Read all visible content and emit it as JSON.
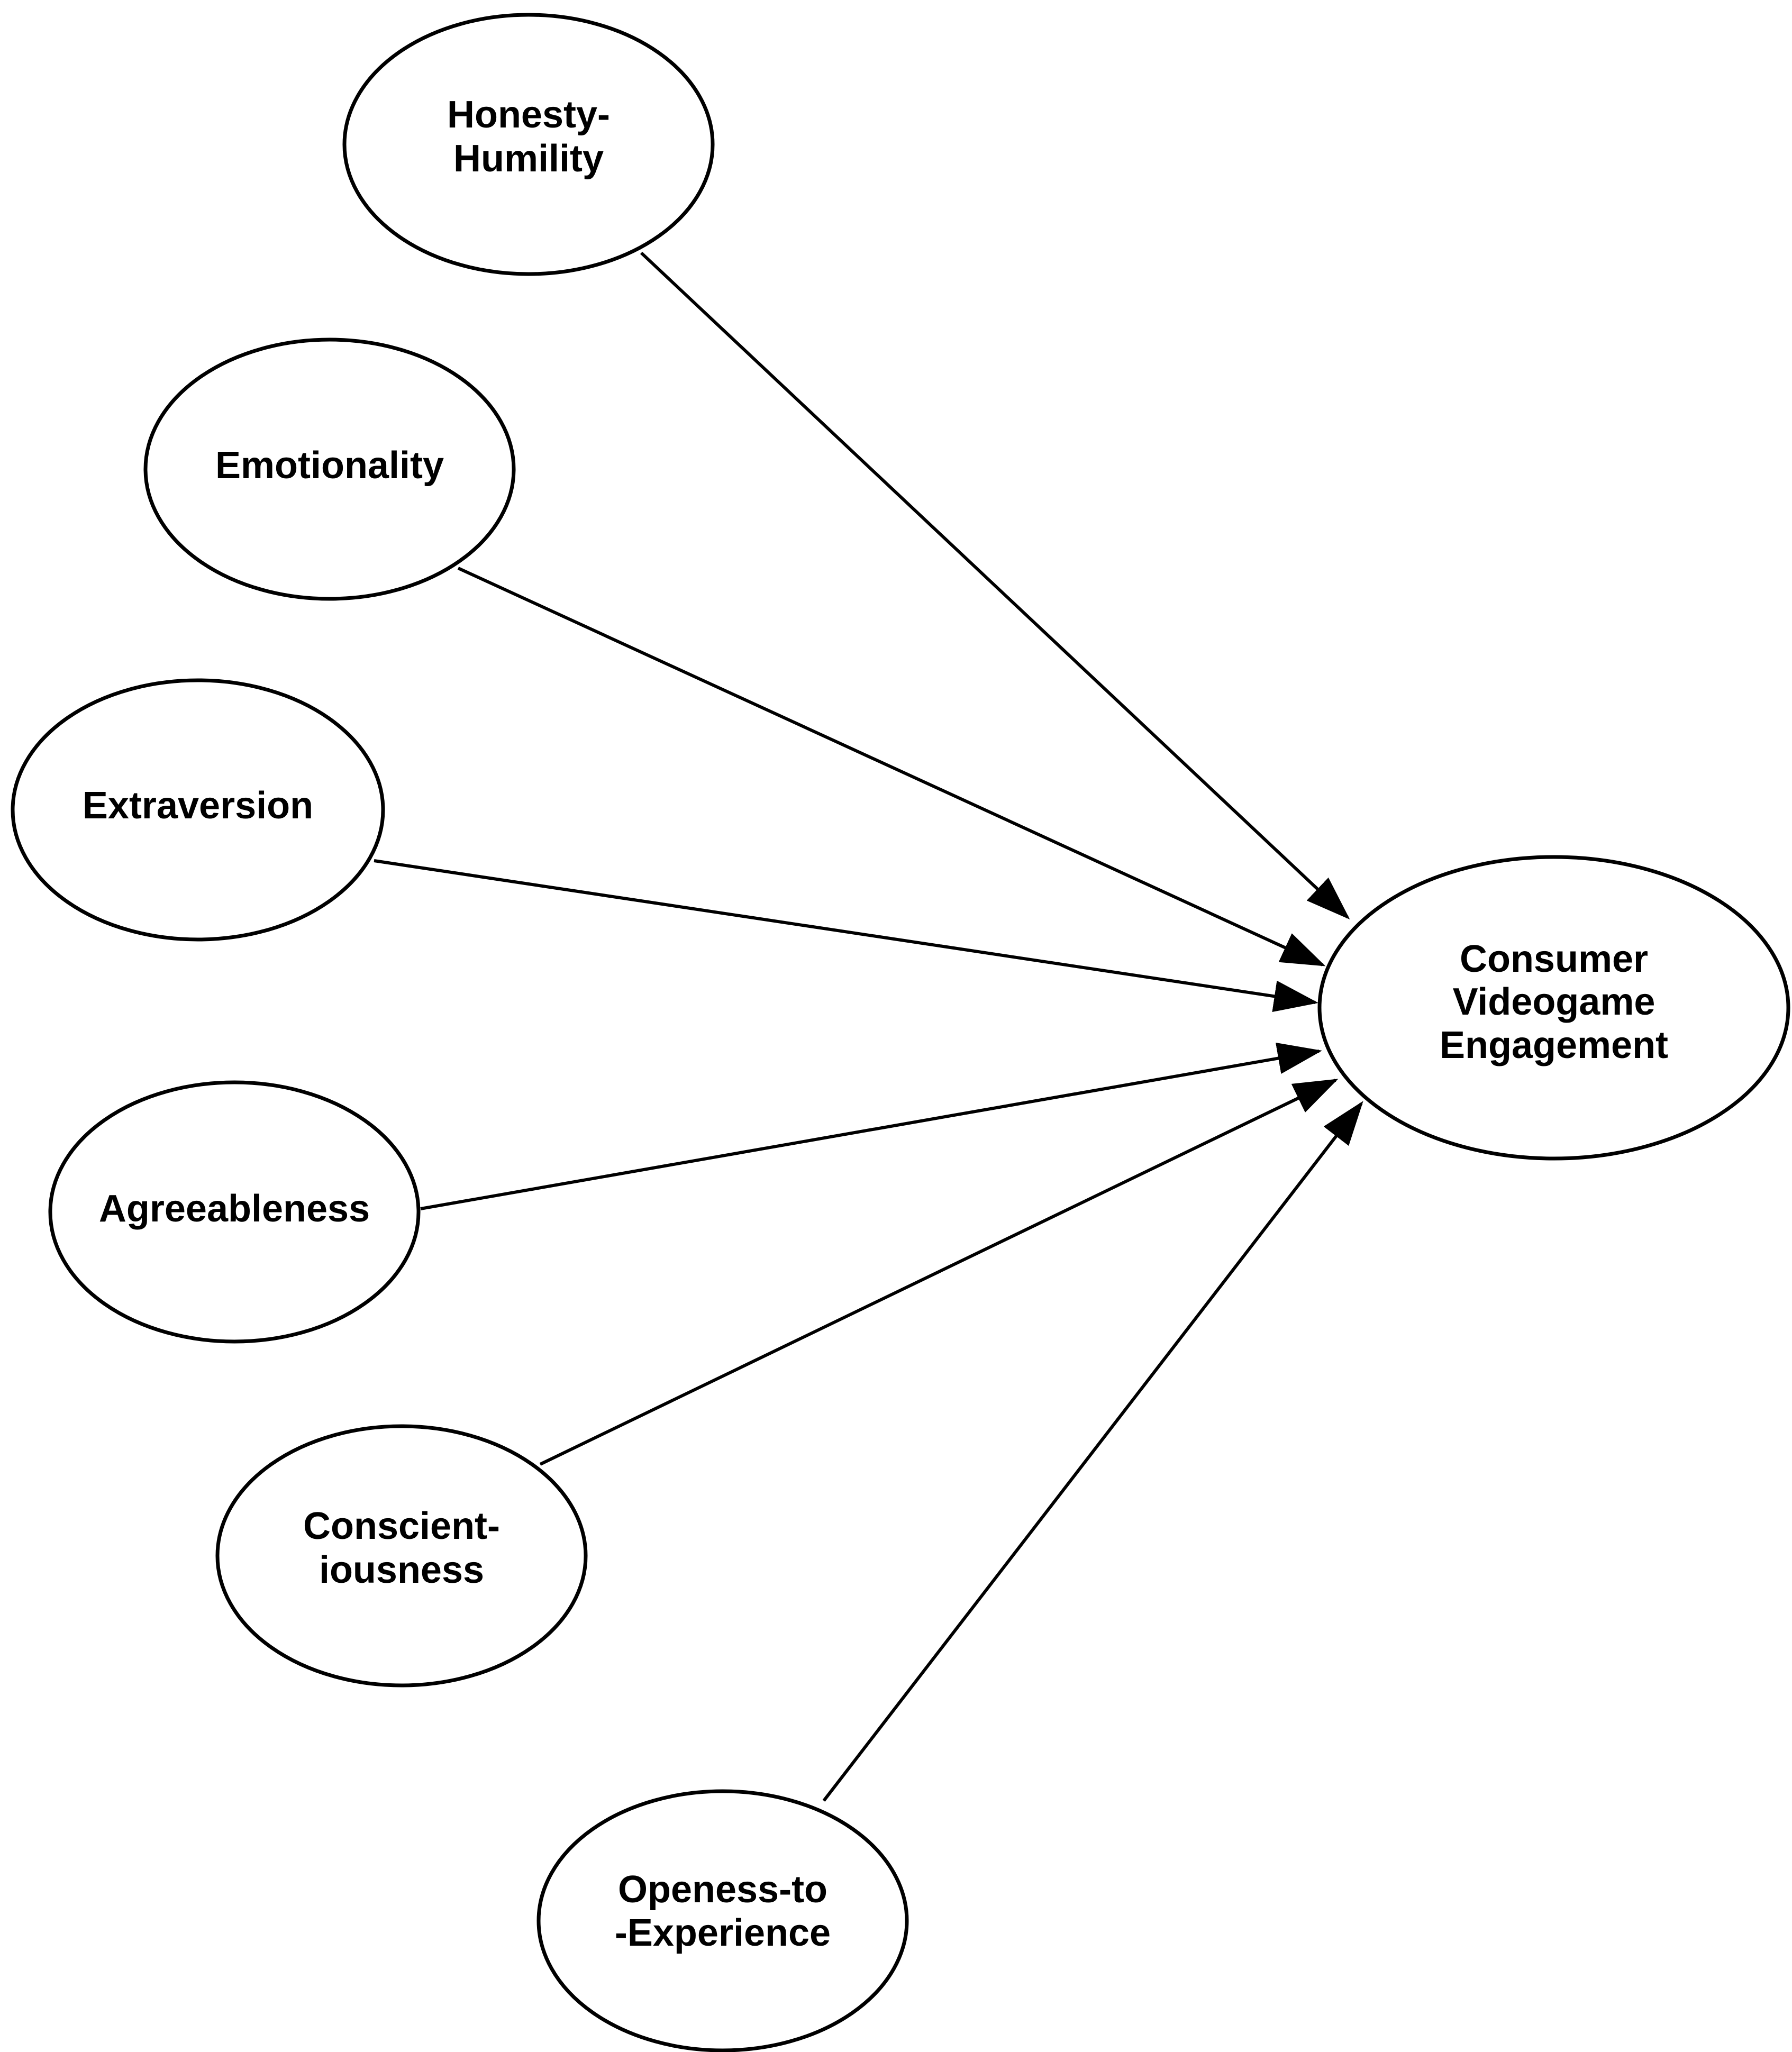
{
  "diagram": {
    "target": {
      "lines": [
        "Consumer",
        "Videogame",
        "Engagement"
      ]
    },
    "nodes": [
      {
        "key": "honesty",
        "lines": [
          "Honesty-",
          "Humility"
        ]
      },
      {
        "key": "emotionality",
        "lines": [
          "Emotionality"
        ]
      },
      {
        "key": "extraversion",
        "lines": [
          "Extraversion"
        ]
      },
      {
        "key": "agreeableness",
        "lines": [
          "Agreeableness"
        ]
      },
      {
        "key": "conscientiousness",
        "lines": [
          "Conscient-",
          "iousness"
        ]
      },
      {
        "key": "openness",
        "lines": [
          "Openess-to",
          "-Experience"
        ]
      }
    ],
    "edges": [
      {
        "from": "honesty",
        "to": "target"
      },
      {
        "from": "emotionality",
        "to": "target"
      },
      {
        "from": "extraversion",
        "to": "target"
      },
      {
        "from": "agreeableness",
        "to": "target"
      },
      {
        "from": "conscientiousness",
        "to": "target"
      },
      {
        "from": "openness",
        "to": "target"
      }
    ],
    "colors": {
      "stroke": "#000000",
      "fill": "#ffffff",
      "background": "#ffffff"
    }
  }
}
